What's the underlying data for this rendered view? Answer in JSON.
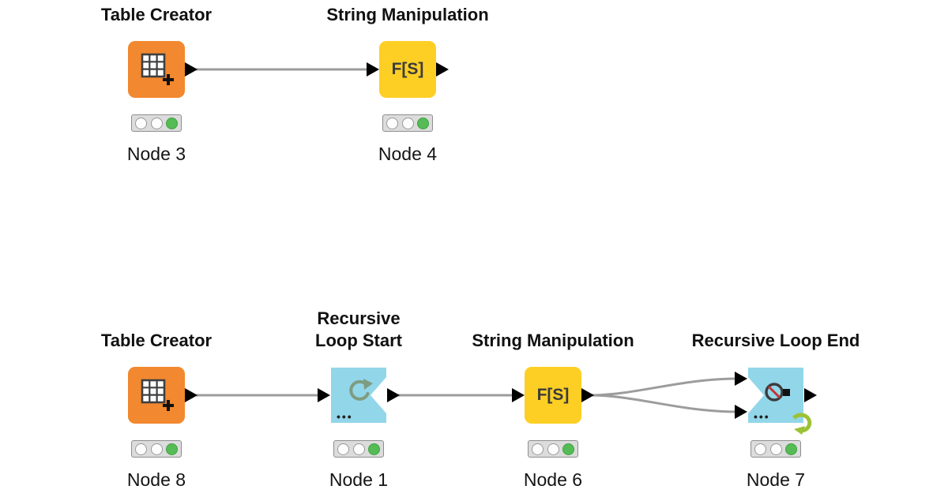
{
  "canvas": {
    "background": "#ffffff"
  },
  "colors": {
    "table_creator_icon": "#F2882F",
    "string_manipulation_icon": "#FDCF24",
    "loop_node_icon": "#92D6EA",
    "connection_line": "#9C9C9C",
    "port": "#000000",
    "traffic_background": "#DCDCDC",
    "status_green": "#55BC55",
    "loop_decorator_green": "#9CC235"
  },
  "nodes": [
    {
      "title": "Table Creator",
      "label": "Node 3",
      "status_light": "green"
    },
    {
      "title": "String Manipulation",
      "label": "Node 4",
      "icon_text": "F[S]",
      "status_light": "green"
    },
    {
      "title": "Table Creator",
      "label": "Node 8",
      "status_light": "green"
    },
    {
      "title": "Recursive\nLoop Start",
      "label": "Node 1",
      "port_dots": "•••",
      "status_light": "green"
    },
    {
      "title": "String Manipulation",
      "label": "Node 6",
      "icon_text": "F[S]",
      "status_light": "green"
    },
    {
      "title": "Recursive Loop End",
      "label": "Node 7",
      "port_dots": "•••",
      "status_light": "green"
    }
  ],
  "connections": [
    {
      "from": "Node 3",
      "to": "Node 4"
    },
    {
      "from": "Node 8",
      "to": "Node 1"
    },
    {
      "from": "Node 1",
      "to": "Node 6"
    },
    {
      "from": "Node 6",
      "to": "Node 7",
      "to_port": "top"
    },
    {
      "from": "Node 6",
      "to": "Node 7",
      "to_port": "bottom"
    }
  ]
}
